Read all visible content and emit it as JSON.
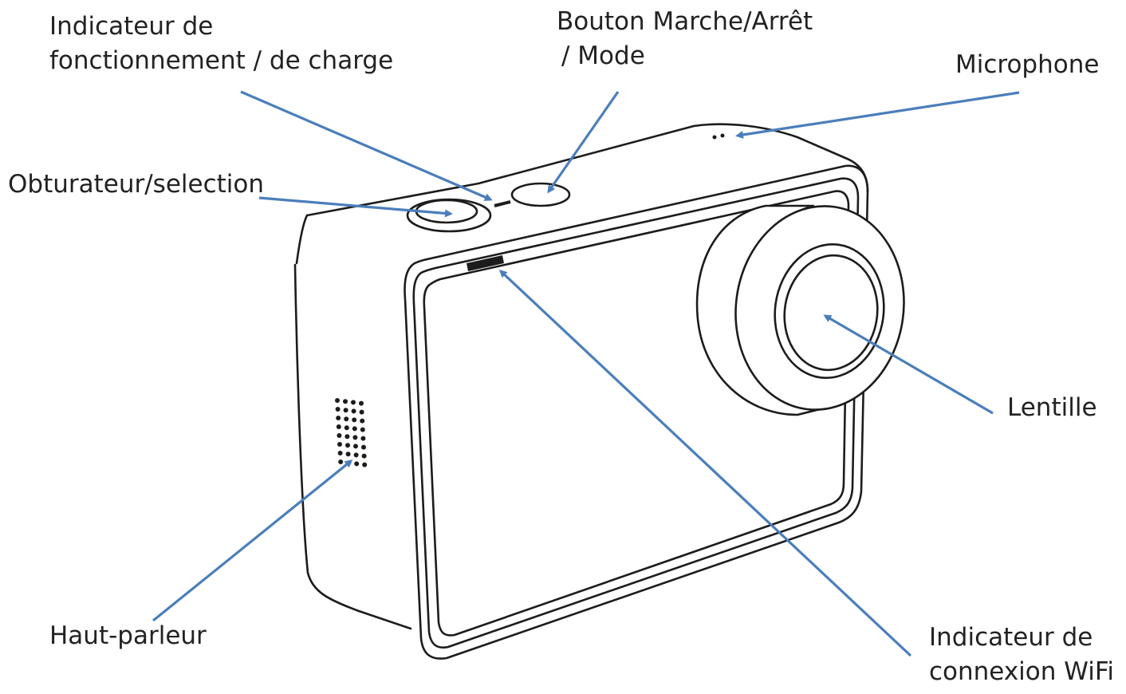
{
  "colors": {
    "arrow": "#4a7ebb",
    "outline": "#1c1c1c",
    "text": "#222222",
    "background": "#ffffff"
  },
  "labels": {
    "indicator_charge": {
      "line1": "Indicateur de",
      "line2": "fonctionnement / de charge"
    },
    "power_button": {
      "line1": "Bouton Marche/Arrêt",
      "line2": "/ Mode"
    },
    "microphone": "Microphone",
    "shutter": "Obturateur/selection",
    "lens": "Lentille",
    "speaker": "Haut-parleur",
    "wifi_indicator": {
      "line1": "Indicateur de",
      "line2": "connexion WiFi"
    }
  }
}
